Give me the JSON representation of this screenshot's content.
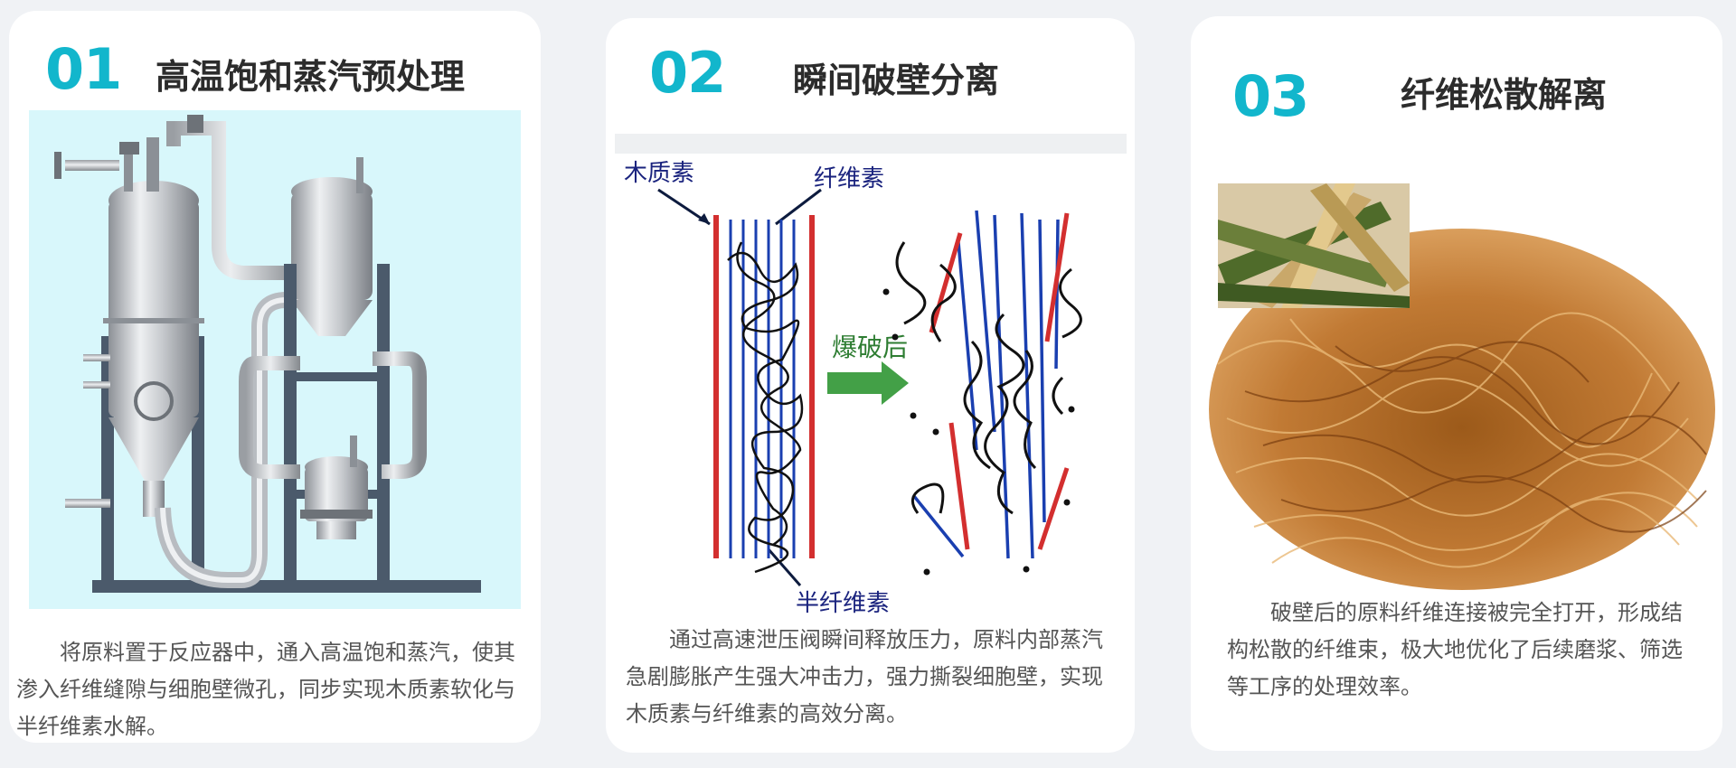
{
  "steps": [
    {
      "number": "01",
      "title": "高温饱和蒸汽预处理",
      "description": "将原料置于反应器中，通入高温饱和蒸汽，使其渗入纤维缝隙与细胞壁微孔，同步实现木质素软化与半纤维素水解。",
      "image": "steam-reactor-equipment"
    },
    {
      "number": "02",
      "title": "瞬间破壁分离",
      "description": "通过高速泄压阀瞬间释放压力，原料内部蒸汽急剧膨胀产生强大冲击力，强力撕裂细胞壁，实现木质素与纤维素的高效分离。",
      "image": "cell-wall-explosion-diagram",
      "diagram": {
        "label_lignin": "木质素",
        "label_cellulose": "纤维素",
        "label_hemicellulose": "半纤维素",
        "label_after": "爆破后"
      }
    },
    {
      "number": "03",
      "title": "纤维松散解离",
      "description": "破壁后的原料纤维连接被完全打开，形成结构松散的纤维束，极大地优化了后续磨浆、筛选等工序的处理效率。",
      "image": "loose-fiber-bundle-photo"
    }
  ],
  "colors": {
    "accent": "#12b6cc",
    "title": "#2c2c2c",
    "text": "#555555",
    "card": "#ffffff",
    "background": "#f0f2f5"
  }
}
